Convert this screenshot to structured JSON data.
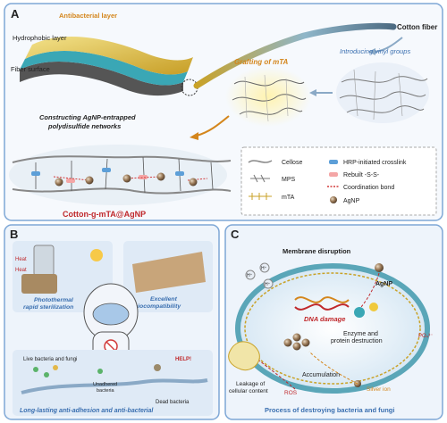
{
  "panel_a": {
    "letter": "A",
    "antibacterial_layer": "Antibacterial layer",
    "hydrophobic_layer": "Hydrophobic layer",
    "fiber_surface": "Fiber surface",
    "cotton_fiber": "Cotton fiber",
    "introducing_vinyl": "Introducing vinyl groups",
    "grafting_mta": "Grafting of mTA",
    "constructing": "Constructing AgNP-entrapped polydisulfide networks",
    "product_label": "Cotton-g-mTA@AgNP",
    "legend": {
      "cellose": "Cellose",
      "mps": "MPS",
      "mta": "mTA",
      "hrp": "HRP-initiated crosslink",
      "rebuilt": "Rebuilt -S-S-",
      "coordination": "Coordination bond",
      "agnp": "AgNP"
    }
  },
  "panel_b": {
    "letter": "B",
    "heat": "Heat",
    "photothermal": "Photothermal rapid sterilization",
    "excellent": "Excellent biocompatibility",
    "live_bacteria": "Live bacteria and fungi",
    "unadhered": "Unadhered bacteria",
    "dead_bacteria": "Dead bacteria",
    "help": "HELP!",
    "long_lasting": "Long-lasting anti-adhesion and anti-bacterial"
  },
  "panel_c": {
    "letter": "C",
    "membrane": "Membrane disruption",
    "agnp": "AgNP",
    "h_plus": "H⁺",
    "dna": "DNA damage",
    "enzyme": "Enzyme and protein destruction",
    "leakage": "Leakage of cellular content",
    "accumulation": "Accumulation",
    "ros": "ROS",
    "silver_ion": "Silver ion",
    "po4": "PO₄³⁻",
    "process": "Process of destroying bacteria and fungi"
  },
  "colors": {
    "frame_blue": "#7ea7d6",
    "panel_bg": "#eef4fb",
    "antibacterial": "#c9a227",
    "hydrophobic": "#3aa7b5",
    "ag_brown": "#8b6a4a",
    "red_bond": "#d23a3a",
    "hrp_blue": "#5d9fd8"
  }
}
